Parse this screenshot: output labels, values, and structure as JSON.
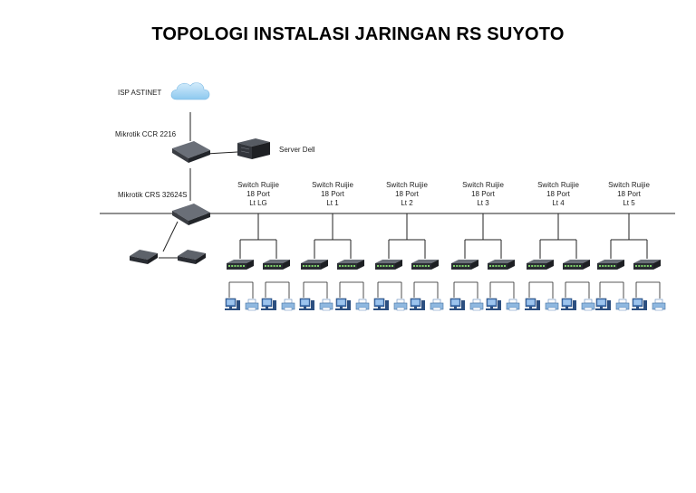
{
  "title": "TOPOLOGI  INSTALASI JARINGAN RS SUYOTO",
  "labels": {
    "isp": "ISP ASTINET",
    "router": "Mikrotik CCR 2216",
    "server": "Server Dell",
    "core_switch": "Mikrotik CRS 32624S"
  },
  "floors": [
    {
      "line1": "Switch Ruijie",
      "line2": "18 Port",
      "line3": "Lt LG"
    },
    {
      "line1": "Switch Ruijie",
      "line2": "18 Port",
      "line3": "Lt 1"
    },
    {
      "line1": "Switch Ruijie",
      "line2": "18 Port",
      "line3": "Lt 2"
    },
    {
      "line1": "Switch Ruijie",
      "line2": "18 Port",
      "line3": "Lt 3"
    },
    {
      "line1": "Switch Ruijie",
      "line2": "18 Port",
      "line3": "Lt 4"
    },
    {
      "line1": "Switch Ruijie",
      "line2": "18 Port",
      "line3": "Lt 5"
    }
  ],
  "colors": {
    "line": "#222222",
    "device_dark": "#2a2d33",
    "device_light": "#5b6068",
    "cloud": "#9fd3f3",
    "pc": "#3f6fae",
    "printer": "#8fb8e0"
  },
  "icons": {
    "isp": "cloud-icon",
    "router": "router-icon",
    "server": "server-icon",
    "switch": "switch-icon",
    "pc": "computer-icon",
    "printer": "printer-icon"
  }
}
